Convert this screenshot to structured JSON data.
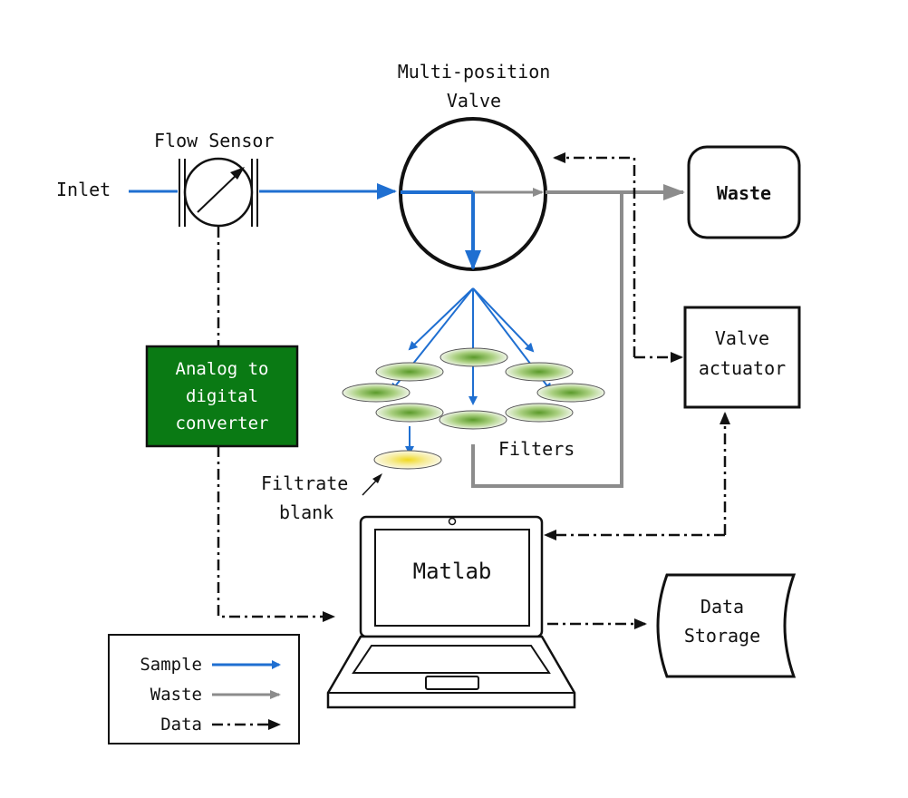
{
  "inlet_label": "Inlet",
  "flow_sensor_label": "Flow Sensor",
  "valve_label_line1": "Multi-position",
  "valve_label_line2": "Valve",
  "waste_label": "Waste",
  "valve_actuator_line1": "Valve",
  "valve_actuator_line2": "actuator",
  "adc_line1": "Analog to",
  "adc_line2": "digital",
  "adc_line3": "converter",
  "filters_label": "Filters",
  "filtrate_line1": "Filtrate",
  "filtrate_line2": "blank",
  "matlab_label": "Matlab",
  "data_storage_line1": "Data",
  "data_storage_line2": "Storage",
  "legend": {
    "sample": "Sample",
    "waste": "Waste",
    "data": "Data"
  },
  "colors": {
    "sample": "#1f6fd1",
    "waste": "#8c8c8c",
    "data": "#111111",
    "adc_fill": "#0a7a14",
    "filter_green": "#6aa83a",
    "filter_yellow": "#f2df2e"
  }
}
